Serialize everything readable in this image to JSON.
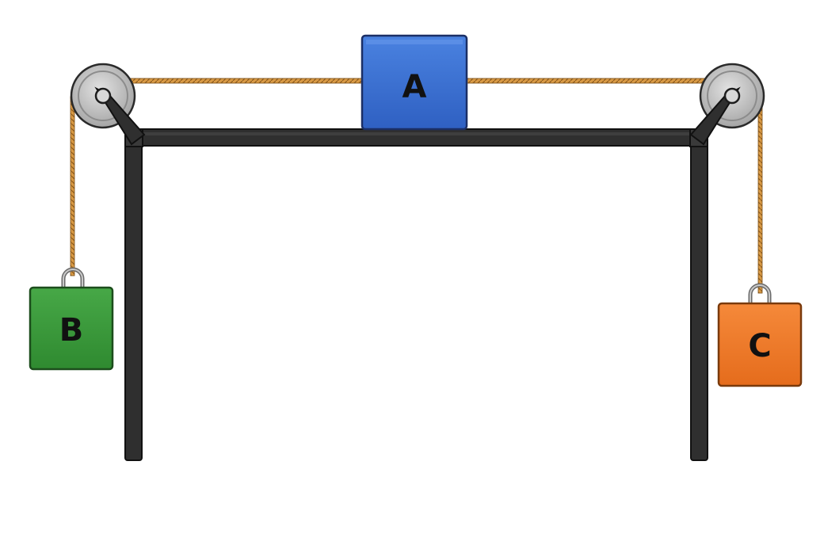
{
  "blocks": {
    "a": {
      "label": "A",
      "color": "#3b6fd0"
    },
    "b": {
      "label": "B",
      "color": "#3a9a3a"
    },
    "c": {
      "label": "C",
      "color": "#f07a2a"
    }
  },
  "colors": {
    "frame": "#2f2f2f",
    "rope": "#d99a45",
    "pulley": "#bdbdbd"
  }
}
